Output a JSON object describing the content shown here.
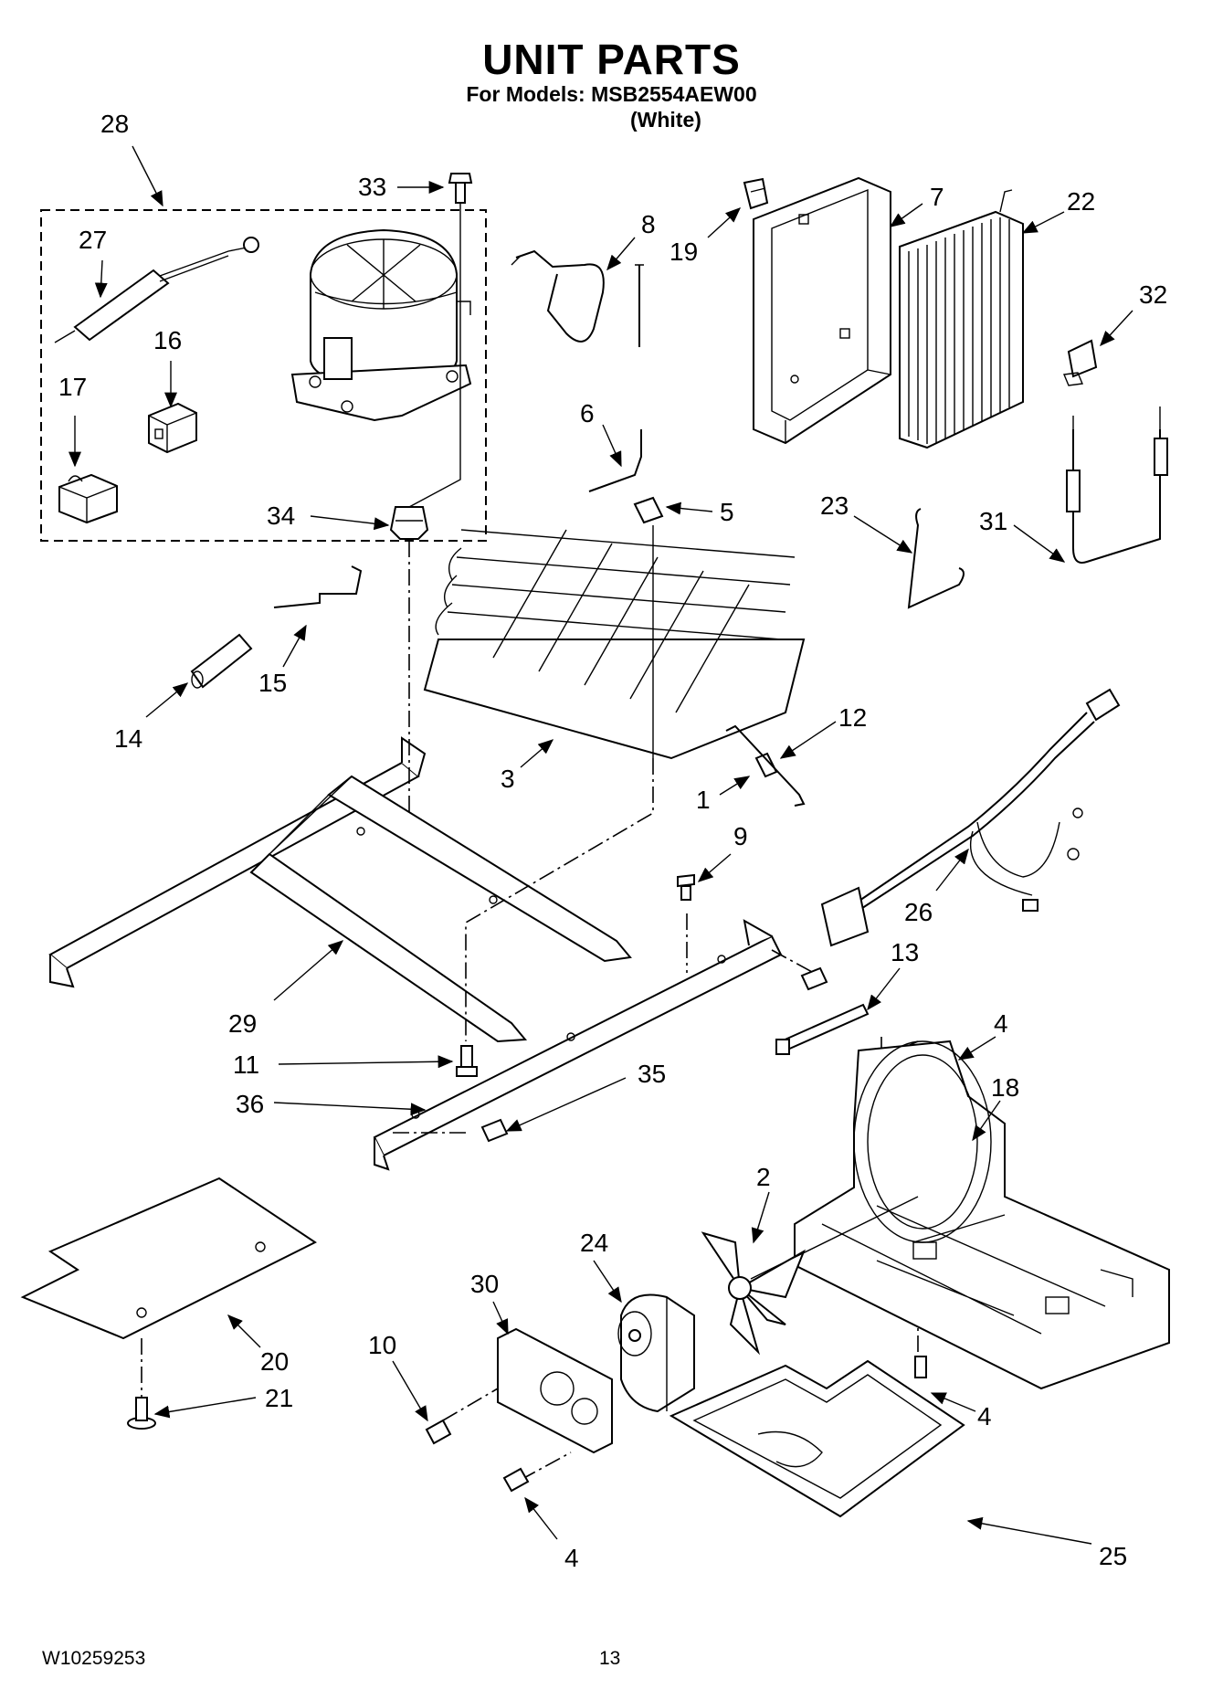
{
  "header": {
    "title": "UNIT PARTS",
    "models_line": "For Models: MSB2554AEW00",
    "color_line": "(White)"
  },
  "footer": {
    "doc_number": "W10259253",
    "page_number": "13"
  },
  "callouts": [
    "28",
    "33",
    "27",
    "16",
    "17",
    "34",
    "8",
    "19",
    "7",
    "22",
    "32",
    "6",
    "5",
    "23",
    "31",
    "15",
    "14",
    "3",
    "12",
    "1",
    "9",
    "26",
    "13",
    "29",
    "11",
    "36",
    "35",
    "4",
    "18",
    "2",
    "24",
    "30",
    "10",
    "20",
    "21",
    "4",
    "25",
    "4"
  ]
}
